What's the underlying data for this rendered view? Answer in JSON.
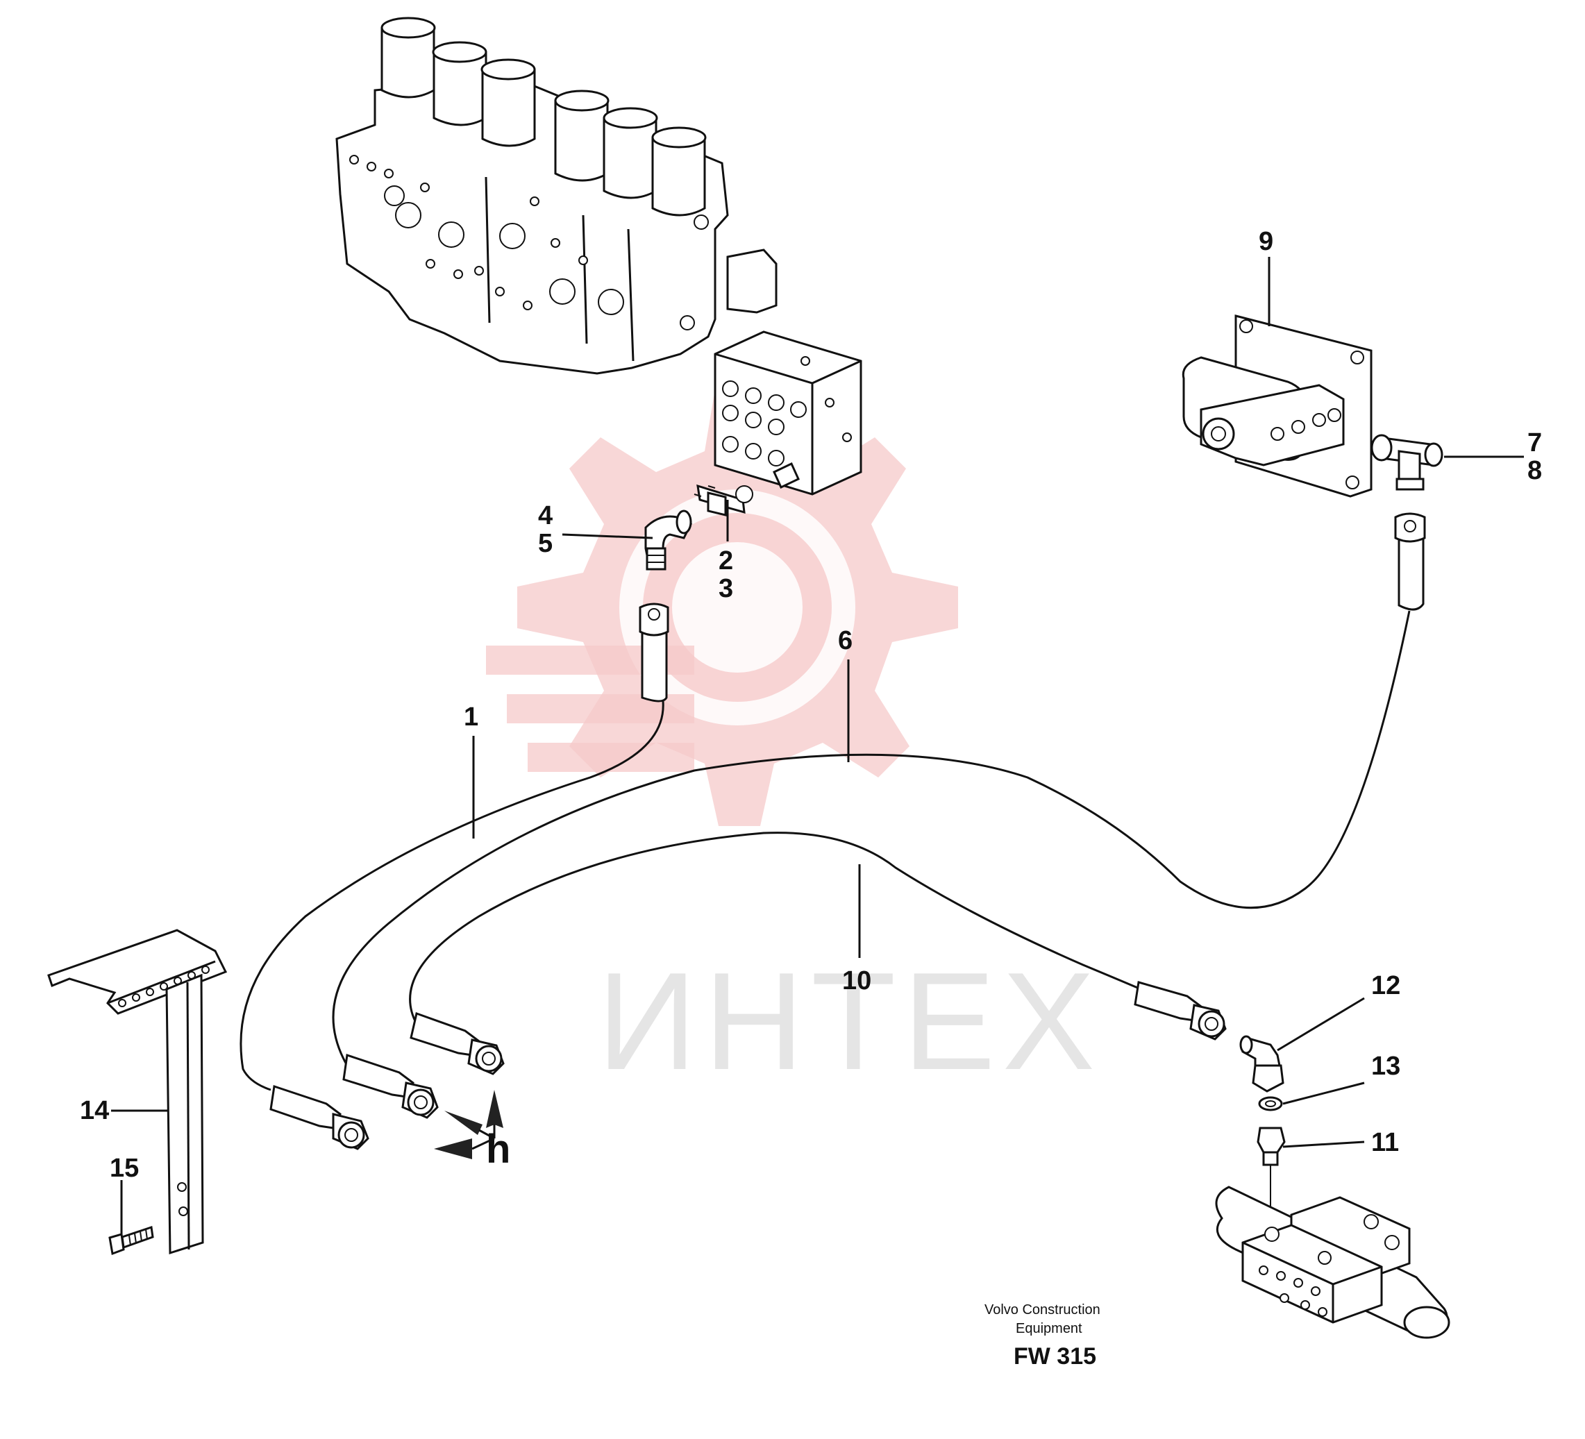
{
  "diagram": {
    "callouts": [
      {
        "id": "1",
        "text": "1"
      },
      {
        "id": "2",
        "text": "2"
      },
      {
        "id": "3",
        "text": "3"
      },
      {
        "id": "4",
        "text": "4"
      },
      {
        "id": "5",
        "text": "5"
      },
      {
        "id": "6",
        "text": "6"
      },
      {
        "id": "7",
        "text": "7"
      },
      {
        "id": "8",
        "text": "8"
      },
      {
        "id": "9",
        "text": "9"
      },
      {
        "id": "10",
        "text": "10"
      },
      {
        "id": "11",
        "text": "11"
      },
      {
        "id": "12",
        "text": "12"
      },
      {
        "id": "13",
        "text": "13"
      },
      {
        "id": "14",
        "text": "14"
      },
      {
        "id": "15",
        "text": "15"
      }
    ],
    "view_marker": "h",
    "watermark": {
      "text": "ИНТЕХ",
      "gear_color": "#f6caca",
      "text_color": "#e5e5e5"
    },
    "footer": {
      "line1": "Volvo Construction",
      "line2": "Equipment",
      "code": "FW 315"
    }
  }
}
